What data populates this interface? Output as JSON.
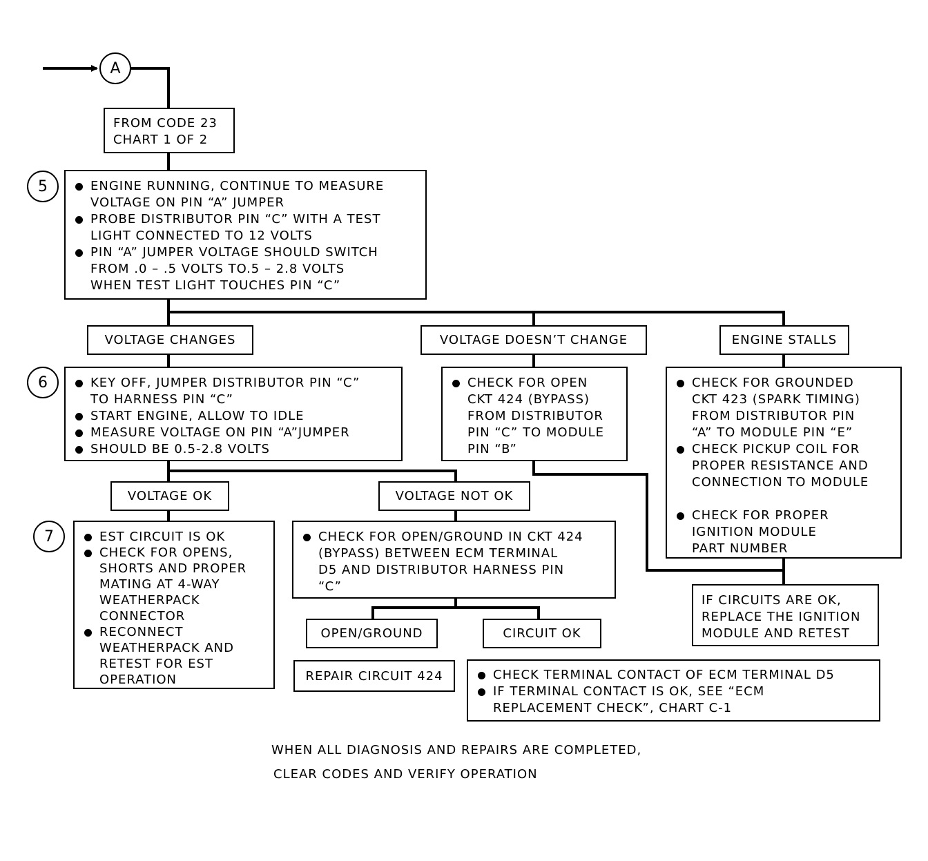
{
  "connector": {
    "label": "A"
  },
  "steps": {
    "s5": "5",
    "s6": "6",
    "s7": "7"
  },
  "boxes": {
    "from_code": {
      "text": "FROM CODE 23\nCHART 1 OF 2"
    },
    "step5": {
      "items": [
        "ENGINE RUNNING, CONTINUE TO MEASURE\nVOLTAGE ON PIN “A” JUMPER",
        "PROBE DISTRIBUTOR PIN “C” WITH A TEST\nLIGHT CONNECTED TO 12 VOLTS",
        "PIN “A” JUMPER VOLTAGE SHOULD SWITCH\nFROM .0 – .5 VOLTS TO.5 – 2.8 VOLTS\nWHEN TEST LIGHT TOUCHES PIN “C”"
      ]
    },
    "step6": {
      "items": [
        "KEY OFF, JUMPER DISTRIBUTOR PIN “C”\nTO HARNESS PIN “C”",
        "START ENGINE, ALLOW TO IDLE",
        "MEASURE VOLTAGE ON PIN “A”JUMPER",
        "SHOULD BE 0.5-2.8 VOLTS"
      ]
    },
    "check_open_424": {
      "items": [
        "CHECK FOR OPEN\nCKT 424 (BYPASS)\nFROM DISTRIBUTOR\nPIN “C” TO MODULE\nPIN “B”"
      ]
    },
    "check_grounded_423": {
      "items": [
        "CHECK FOR GROUNDED\nCKT 423 (SPARK TIMING)\nFROM DISTRIBUTOR PIN\n“A” TO MODULE PIN “E”",
        "CHECK PICKUP COIL FOR\nPROPER RESISTANCE AND\nCONNECTION TO MODULE",
        "CHECK FOR PROPER\nIGNITION MODULE\nPART NUMBER"
      ]
    },
    "step7": {
      "items": [
        "EST CIRCUIT IS OK",
        "CHECK FOR OPENS,\nSHORTS AND PROPER\nMATING AT 4-WAY\nWEATHERPACK\nCONNECTOR",
        "RECONNECT\nWEATHERPACK AND\nRETEST FOR EST\nOPERATION"
      ]
    },
    "check_open_ground": {
      "items": [
        "CHECK FOR OPEN/GROUND IN CKT 424\n(BYPASS) BETWEEN ECM TERMINAL\nD5 AND DISTRIBUTOR HARNESS PIN\n“C”"
      ]
    },
    "replace_module": {
      "text": "IF CIRCUITS ARE OK,\nREPLACE THE IGNITION\nMODULE AND RETEST"
    },
    "repair_424": {
      "text": "REPAIR CIRCUIT 424"
    },
    "terminal_check": {
      "items": [
        "CHECK TERMINAL CONTACT OF ECM TERMINAL D5",
        "IF TERMINAL CONTACT IS OK, SEE “ECM\nREPLACEMENT CHECK”, CHART C-1"
      ]
    }
  },
  "labels": {
    "voltage_changes": "VOLTAGE CHANGES",
    "voltage_doesnt_change": "VOLTAGE DOESN’T CHANGE",
    "engine_stalls": "ENGINE STALLS",
    "voltage_ok": "VOLTAGE OK",
    "voltage_not_ok": "VOLTAGE NOT OK",
    "open_ground": "OPEN/GROUND",
    "circuit_ok": "CIRCUIT OK"
  },
  "footer": {
    "line1": "WHEN ALL DIAGNOSIS AND REPAIRS ARE COMPLETED,",
    "line2": "CLEAR CODES AND VERIFY OPERATION"
  }
}
